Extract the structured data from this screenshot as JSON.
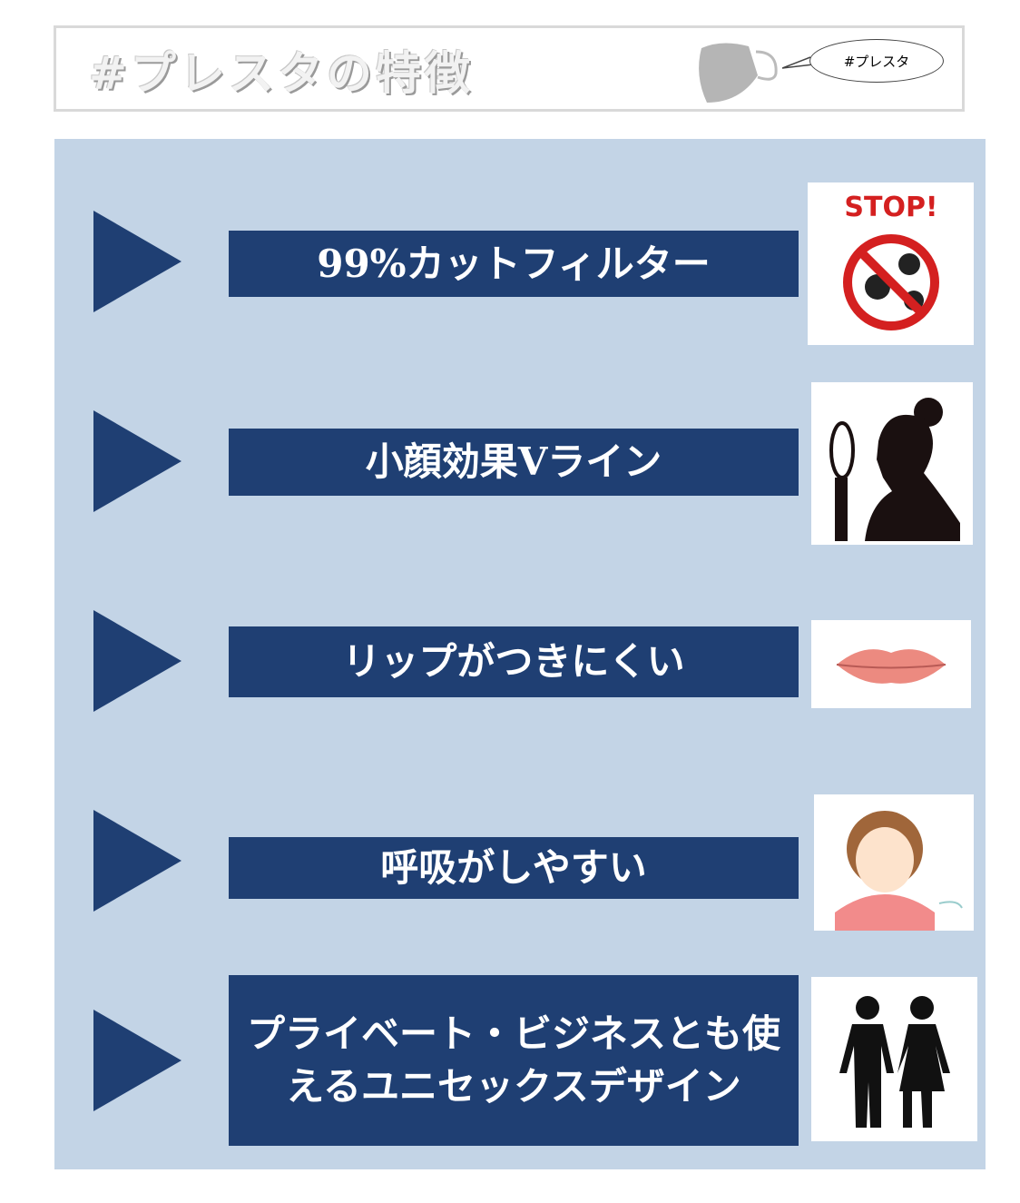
{
  "header": {
    "title": "#プレスタの特徴",
    "bubble": "#プレスタ"
  },
  "features": [
    {
      "label": "99%カットフィルター",
      "image": "virus-stop-icon",
      "image_text": "STOP!"
    },
    {
      "label": "小顔効果Vライン",
      "image": "woman-mirror-silhouette-icon"
    },
    {
      "label": "リップがつきにくい",
      "image": "lips-icon"
    },
    {
      "label": "呼吸がしやすい",
      "image": "breathing-woman-icon"
    },
    {
      "label": "プライベート・ビジネスとも使えるユニセックスデザイン",
      "image": "couple-silhouette-icon"
    }
  ],
  "colors": {
    "navy": "#1f3f73",
    "panel": "#c3d4e6"
  }
}
